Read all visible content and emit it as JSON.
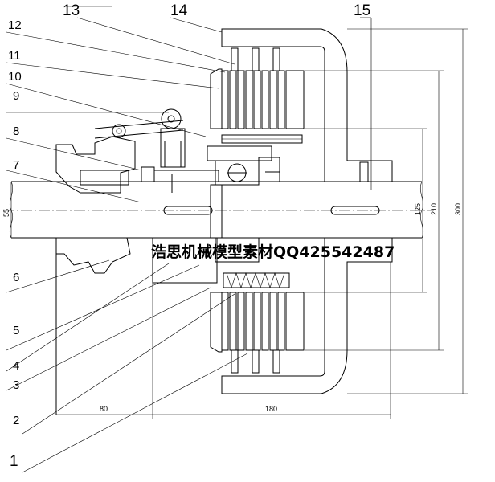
{
  "parts": {
    "p1": "1",
    "p2": "2",
    "p3": "3",
    "p4": "4",
    "p5": "5",
    "p6": "6",
    "p7": "7",
    "p8": "8",
    "p9": "9",
    "p10": "10",
    "p11": "11",
    "p12": "12",
    "p13": "13",
    "p14": "14",
    "p15": "15"
  },
  "dimensions": {
    "d55": "55",
    "d80": "80",
    "d180": "180",
    "d125": "125",
    "d210": "210",
    "d300": "300"
  },
  "watermark": "浩思机械模型素材QQ425542487"
}
